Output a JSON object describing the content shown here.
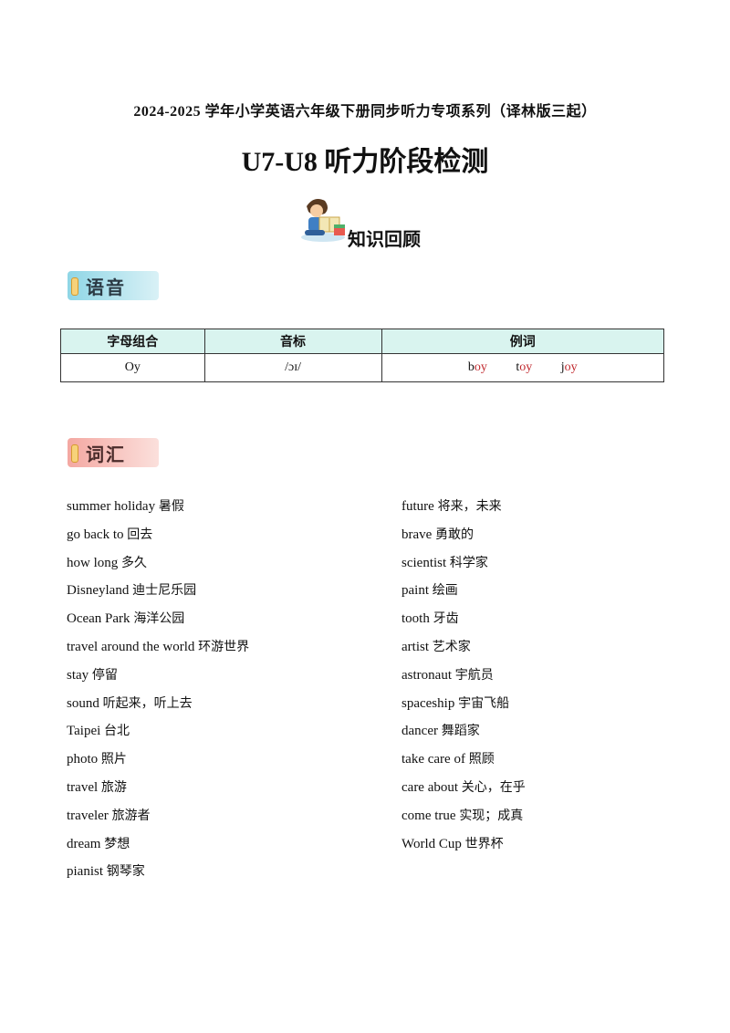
{
  "header_line": "2024-2025 学年小学英语六年级下册同步听力专项系列（译林版三起）",
  "main_title": "U7-U8 听力阶段检测",
  "review_heading": "知识回顾",
  "sections": {
    "phonics": "语音",
    "vocab": "词汇"
  },
  "phonics_table": {
    "headers": [
      "字母组合",
      "音标",
      "例词"
    ],
    "row": {
      "combo": "Oy",
      "ipa": "/ɔɪ/",
      "examples": [
        {
          "plain": "b",
          "red": "oy"
        },
        {
          "plain": "t",
          "red": "oy"
        },
        {
          "plain": "j",
          "red": "oy"
        }
      ]
    },
    "highlight_color": "#c0282d",
    "header_color": "#d9f4ef"
  },
  "vocab_left": [
    {
      "en": "summer  holiday",
      "zh": "暑假"
    },
    {
      "en": "go  back  to",
      "zh": "回去"
    },
    {
      "en": "how  long",
      "zh": "多久"
    },
    {
      "en": "Disneyland",
      "zh": "迪士尼乐园"
    },
    {
      "en": "Ocean  Park",
      "zh": "海洋公园"
    },
    {
      "en": "travel  around  the  world",
      "zh": "环游世界"
    },
    {
      "en": "stay",
      "zh": "停留"
    },
    {
      "en": "sound",
      "zh": "听起来，听上去"
    },
    {
      "en": "Taipei",
      "zh": "台北"
    },
    {
      "en": "photo",
      "zh": "照片"
    },
    {
      "en": "travel",
      "zh": "旅游"
    },
    {
      "en": "traveler",
      "zh": "旅游者"
    },
    {
      "en": "dream",
      "zh": "梦想"
    },
    {
      "en": "pianist",
      "zh": "钢琴家"
    }
  ],
  "vocab_right": [
    {
      "en": "future",
      "zh": "将来，未来"
    },
    {
      "en": "brave",
      "zh": "勇敢的"
    },
    {
      "en": "scientist",
      "zh": "科学家"
    },
    {
      "en": " paint",
      "zh": "绘画"
    },
    {
      "en": "tooth",
      "zh": "牙齿"
    },
    {
      "en": "artist",
      "zh": "艺术家"
    },
    {
      "en": "astronaut",
      "zh": "宇航员"
    },
    {
      "en": "spaceship",
      "zh": "宇宙飞船"
    },
    {
      "en": "dancer",
      "zh": "舞蹈家"
    },
    {
      "en": "take  care  of",
      "zh": "照顾"
    },
    {
      "en": "care  about",
      "zh": "关心，在乎"
    },
    {
      "en": "come  true",
      "zh": "实现；成真"
    },
    {
      "en": "World  Cup",
      "zh": "世界杯"
    }
  ],
  "icons": [
    "reading-boy-icon",
    "pencil-bar-icon"
  ]
}
